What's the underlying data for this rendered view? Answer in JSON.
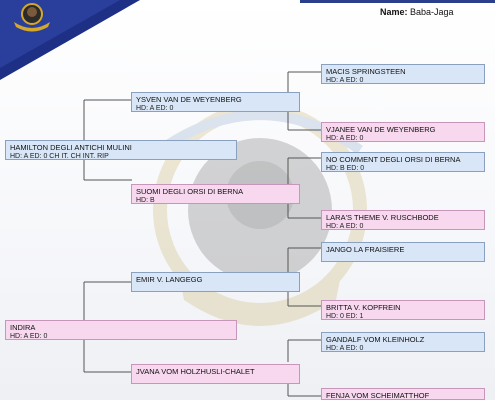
{
  "header": {
    "name_label": "Name:",
    "name_value": "Baba-Jaga"
  },
  "colors": {
    "corner_blue": "#1e2f86",
    "male_box": "#d8e6f7",
    "female_box": "#f7d8ef",
    "lines": "#555555"
  },
  "pedigree": {
    "sire": {
      "name": "HAMILTON DEGLI ANTICHI MULINI",
      "info": "HD: A ED: 0 CH IT. CH INT. RIP"
    },
    "dam": {
      "name": "INDIRA",
      "info": "HD: A ED: 0"
    },
    "sire_sire": {
      "name": "YSVEN VAN DE WEYENBERG",
      "info": "HD: A ED: 0"
    },
    "sire_dam": {
      "name": "SUOMI DEGLI ORSI DI BERNA",
      "info": "HD: B"
    },
    "dam_sire": {
      "name": "EMIR V. LANGEGG",
      "info": ""
    },
    "dam_dam": {
      "name": "JVANA VOM HOLZHUSLI-CHALET",
      "info": ""
    },
    "ggp": [
      {
        "name": "MACIS SPRINGSTEEN",
        "info": "HD: A ED: 0"
      },
      {
        "name": "VJANEE VAN DE WEYENBERG",
        "info": "HD: A ED: 0"
      },
      {
        "name": "NO COMMENT DEGLI ORSI DI BERNA",
        "info": "HD: B ED: 0"
      },
      {
        "name": "LARA'S THEME V. RUSCHBODE",
        "info": "HD: A ED: 0"
      },
      {
        "name": "JANGO LA FRAISIERE",
        "info": ""
      },
      {
        "name": "BRITTA V. KOPFREIN",
        "info": "HD: 0 ED: 1"
      },
      {
        "name": "GANDALF VOM KLEINHOLZ",
        "info": "HD: A ED: 0"
      },
      {
        "name": "FENJA VOM SCHEIMATTHOF",
        "info": ""
      }
    ]
  },
  "icons": {
    "corner": "emblem-icon",
    "watermark": "club-seal-watermark"
  }
}
